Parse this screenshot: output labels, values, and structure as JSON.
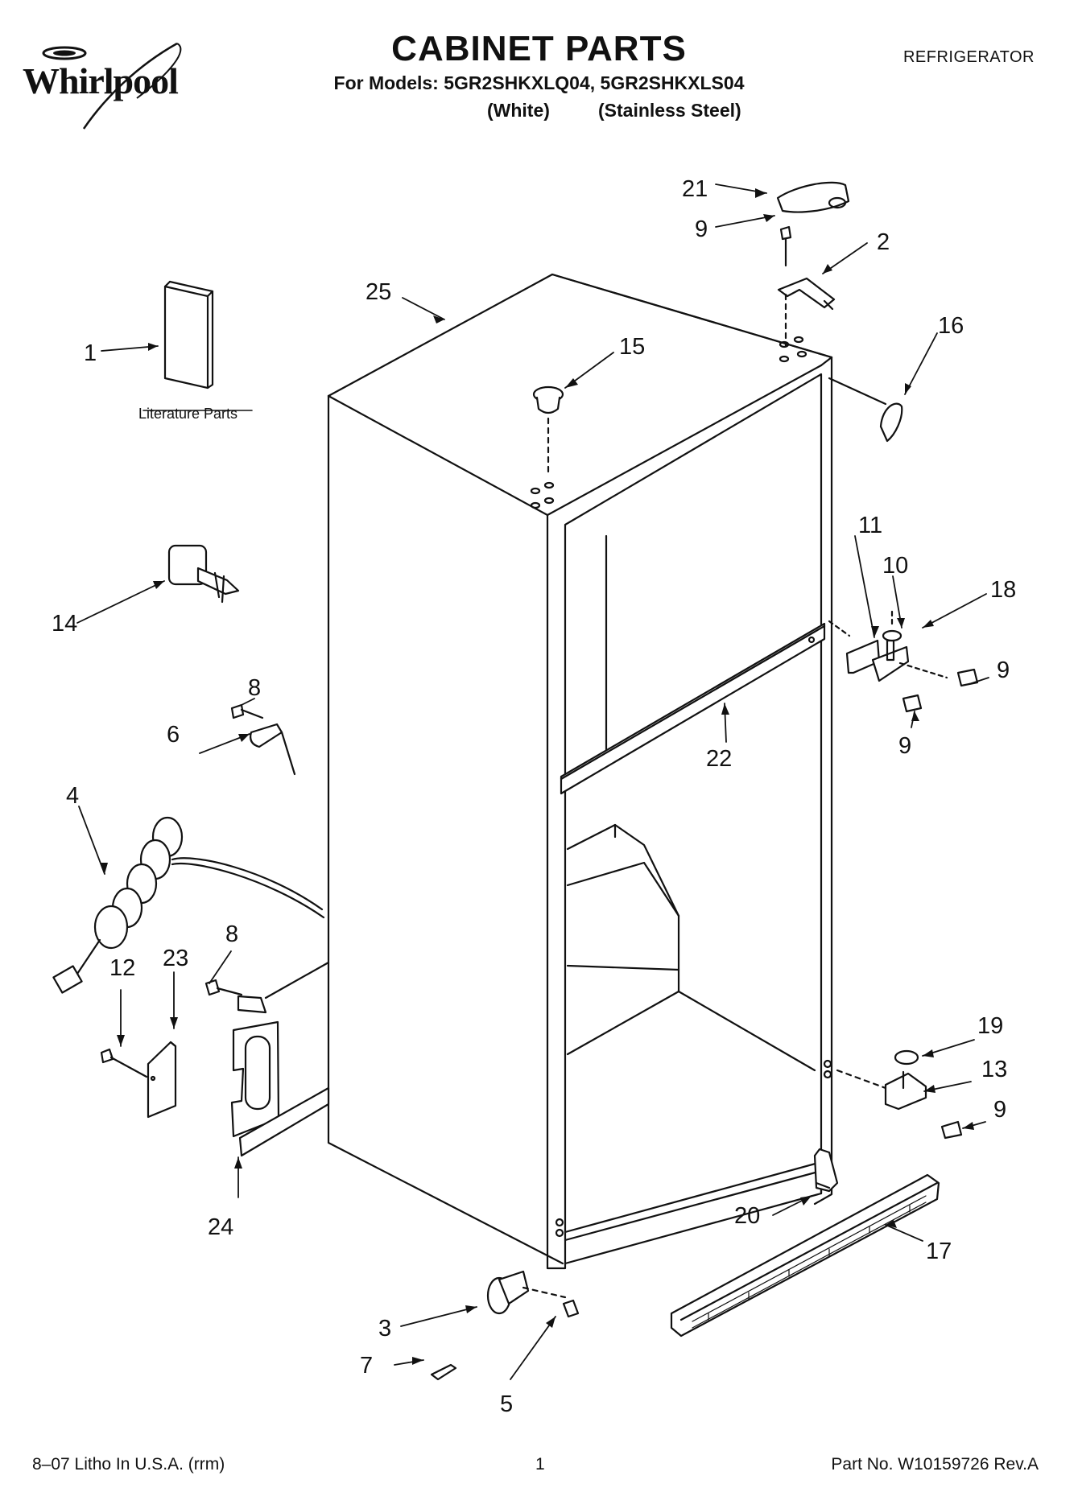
{
  "header": {
    "brand": "Whirlpool",
    "title": "CABINET PARTS",
    "models_line": "For Models: 5GR2SHKXLQ04, 5GR2SHKXLS04",
    "variant_white": "(White)",
    "variant_steel": "(Stainless Steel)",
    "appliance": "REFRIGERATOR"
  },
  "diagram": {
    "literature_label": "Literature Parts",
    "callouts": {
      "c1": "1",
      "c2": "2",
      "c3": "3",
      "c4": "4",
      "c5": "5",
      "c6": "6",
      "c7": "7",
      "c8a": "8",
      "c8b": "8",
      "c9a": "9",
      "c9b": "9",
      "c9c": "9",
      "c9d": "9",
      "c10": "10",
      "c11": "11",
      "c12": "12",
      "c13": "13",
      "c14": "14",
      "c15": "15",
      "c16": "16",
      "c17": "17",
      "c18": "18",
      "c19": "19",
      "c20": "20",
      "c21": "21",
      "c22": "22",
      "c23": "23",
      "c24": "24",
      "c25": "25"
    }
  },
  "footer": {
    "left": "8–07 Litho In U.S.A. (rrm)",
    "page": "1",
    "part_no": "Part No. W10159726 Rev.A"
  }
}
